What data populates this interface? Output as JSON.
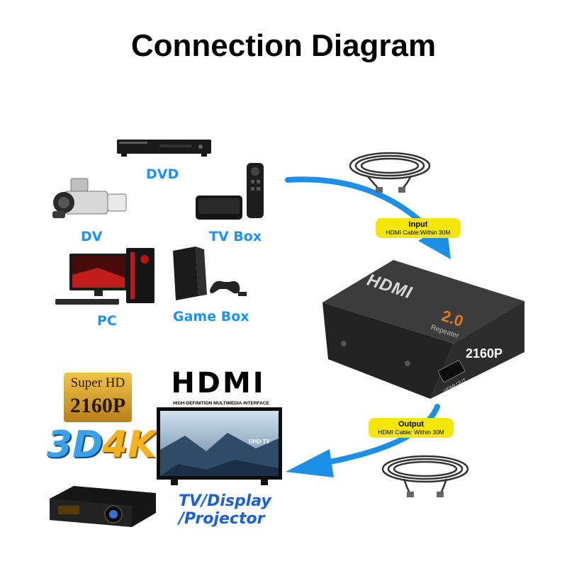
{
  "title": "Connection Diagram",
  "sources": {
    "dvd": "DVD",
    "dv": "DV",
    "tv_box": "TV Box",
    "pc": "PC",
    "game_box": "Game Box"
  },
  "input_callout": {
    "heading": "Input",
    "detail": "HDMI Cable:Within 30M"
  },
  "output_callout": {
    "heading": "Output",
    "detail": "HDMI Cable: Within 30M"
  },
  "repeater": {
    "logo": "HDMI",
    "version": "2.0",
    "type": "Repeater",
    "resolution": "2160P",
    "port_label": "HDMI OUT"
  },
  "badges": {
    "super_hd": "Super HD",
    "res": "2160P",
    "three_d": "3D",
    "four_k": "4K"
  },
  "hdmi_logo": {
    "mark": "HDMI",
    "tagline": "HIGH-DEFINITION MULTIMEDIA INTERFACE"
  },
  "tv": {
    "screen_text": "UHD TV"
  },
  "destination": {
    "line1": "TV/Display",
    "line2": "/Projector"
  },
  "colors": {
    "arrow": "#1e8fe6",
    "label": "#1e90ff",
    "callout": "#f5e60a",
    "dest": "#1e5fd6"
  }
}
